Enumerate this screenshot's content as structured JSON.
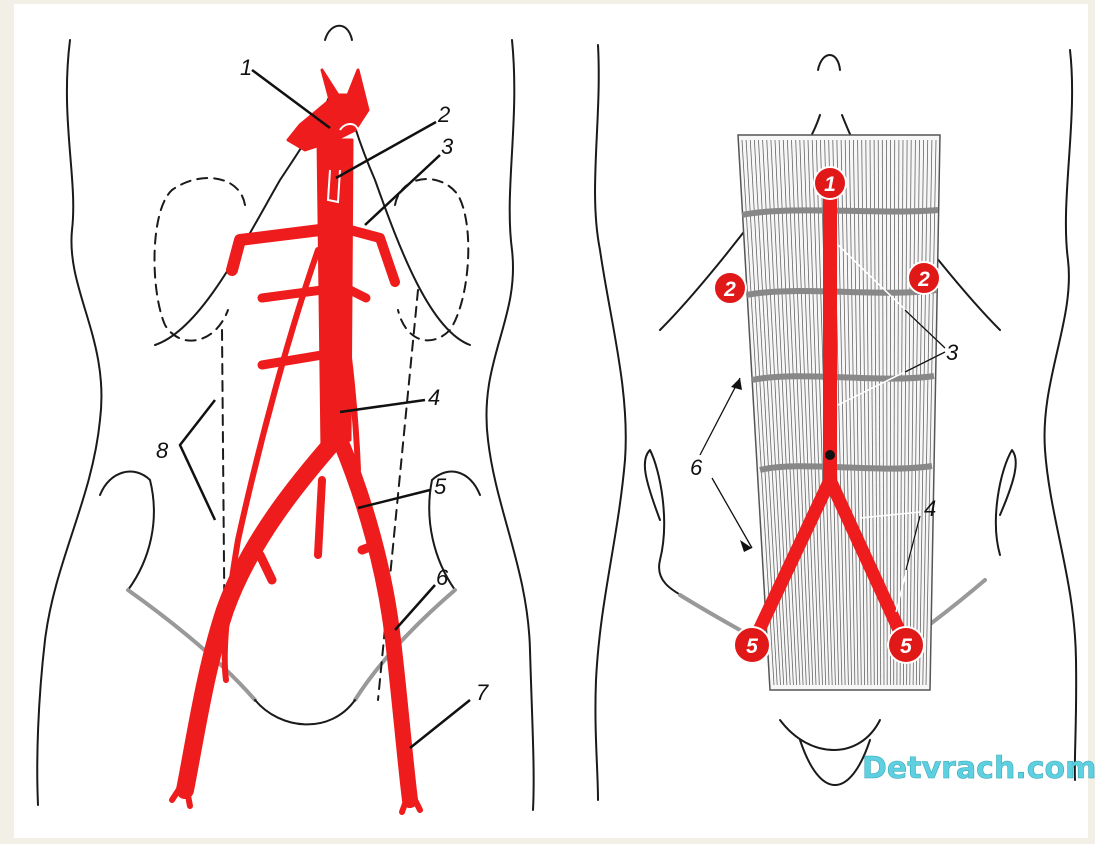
{
  "left_figure": {
    "labels": [
      "1",
      "2",
      "3",
      "4",
      "5",
      "6",
      "7",
      "8"
    ]
  },
  "right_figure": {
    "markers": [
      "1",
      "2",
      "2",
      "5",
      "5"
    ],
    "labels": [
      "3",
      "4",
      "6"
    ]
  },
  "watermark": "Detvrach.com",
  "colors": {
    "artery": "#ee1c1c",
    "outline": "#1a1a1a",
    "background": "#ffffff",
    "page": "#f1efe6",
    "watermark": "#5ed0df"
  }
}
